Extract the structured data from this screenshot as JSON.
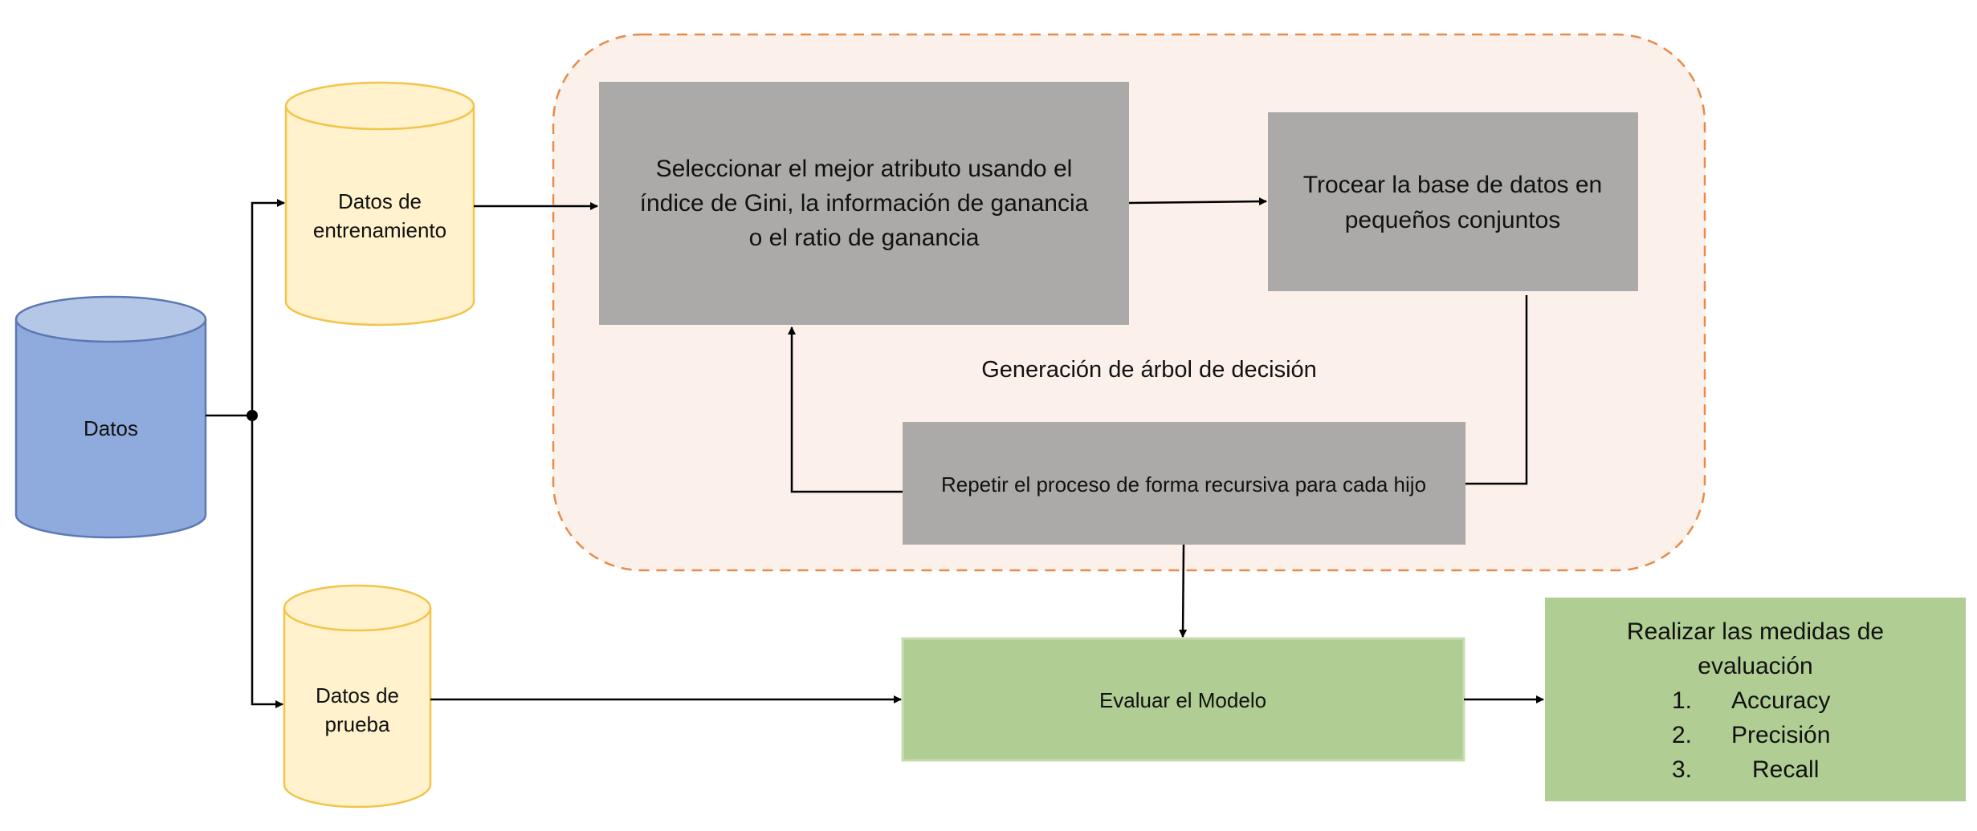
{
  "colors": {
    "datos_fill": "#8FAADC",
    "datos_top": "#B4C7E7",
    "datos_stroke": "#5B78B4",
    "yellow_fill": "#FFF2CC",
    "yellow_stroke": "#F3C44A",
    "gray_box": "#ABAAA9",
    "green_box": "#B0CD93",
    "green_stroke": "#C7DDB0",
    "container_fill": "#FBF0EA",
    "container_stroke": "#E98A48",
    "arrow": "#000000"
  },
  "nodes": {
    "datos": {
      "label": "Datos"
    },
    "datos_entrenamiento": {
      "lines": [
        "Datos de",
        "entrenamiento"
      ]
    },
    "datos_prueba": {
      "lines": [
        "Datos de",
        "prueba"
      ]
    },
    "seleccionar_atributo": {
      "lines": [
        "Seleccionar el mejor atributo usando el",
        "índice de Gini, la información de ganancia",
        "o el ratio de ganancia"
      ]
    },
    "trocear_base": {
      "lines": [
        "Trocear la base de datos en",
        "pequeños conjuntos"
      ]
    },
    "repetir_proceso": {
      "label": "Repetir el proceso de forma recursiva para cada hijo"
    },
    "evaluar_modelo": {
      "label": "Evaluar el Modelo"
    },
    "medidas_evaluacion": {
      "lines": [
        "Realizar las medidas de",
        "evaluación"
      ],
      "items": [
        {
          "number": "1.",
          "text": "Accuracy"
        },
        {
          "number": "2.",
          "text": "Precisión"
        },
        {
          "number": "3.",
          "text": "Recall"
        }
      ]
    }
  },
  "container": {
    "label": "Generación de árbol de decisión"
  },
  "edges": [
    {
      "from": "datos",
      "to": "datos_entrenamiento"
    },
    {
      "from": "datos",
      "to": "datos_prueba"
    },
    {
      "from": "datos_entrenamiento",
      "to": "seleccionar_atributo"
    },
    {
      "from": "seleccionar_atributo",
      "to": "trocear_base"
    },
    {
      "from": "trocear_base",
      "to": "repetir_proceso"
    },
    {
      "from": "repetir_proceso",
      "to": "seleccionar_atributo"
    },
    {
      "from": "repetir_proceso",
      "to": "evaluar_modelo"
    },
    {
      "from": "datos_prueba",
      "to": "evaluar_modelo"
    },
    {
      "from": "evaluar_modelo",
      "to": "medidas_evaluacion"
    }
  ]
}
